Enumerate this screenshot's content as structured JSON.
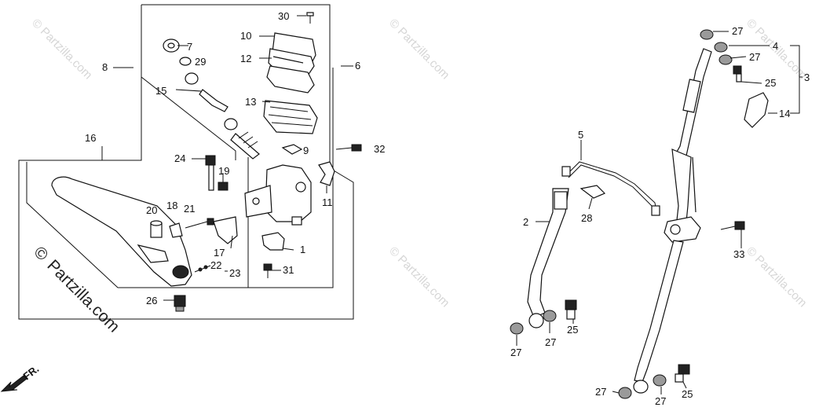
{
  "watermark": "© Partzilla.com",
  "watermark_main_symbol": "©",
  "watermark_main_text": "Partzilla.com",
  "front_indicator": "FR.",
  "callouts": {
    "c1": "1",
    "c2": "2",
    "c3": "3",
    "c4": "4",
    "c5": "5",
    "c6": "6",
    "c7": "7",
    "c8": "8",
    "c9": "9",
    "c10": "10",
    "c11": "11",
    "c12": "12",
    "c13": "13",
    "c14": "14",
    "c15": "15",
    "c16": "16",
    "c17": "17",
    "c18": "18",
    "c19": "19",
    "c20": "20",
    "c21": "21",
    "c22": "22",
    "c23": "23",
    "c24": "24",
    "c25a": "25",
    "c25b": "25",
    "c25c": "25",
    "c26": "26",
    "c27a": "27",
    "c27b": "27",
    "c27c": "27",
    "c27d": "27",
    "c27e": "27",
    "c27f": "27",
    "c28": "28",
    "c29": "29",
    "c30": "30",
    "c31": "31",
    "c32": "32",
    "c33": "33"
  }
}
